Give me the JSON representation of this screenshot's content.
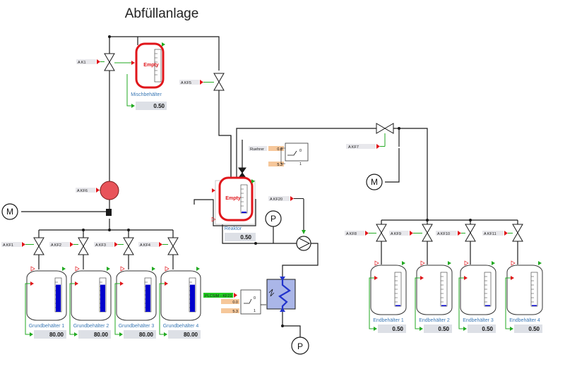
{
  "title": "Abfüllanlage",
  "signals": {
    "k1": "A K1",
    "kf5": "A KF5",
    "kf6": "A KF6",
    "kf7": "A KF7",
    "kf20": "A KF20",
    "kf1": "A KF1",
    "kf2": "A KF2",
    "kf3": "A KF3",
    "kf4": "A KF4",
    "kf8": "A KF8",
    "kf9": "A KF9",
    "kf10": "A KF10",
    "kf11": "A KF11"
  },
  "motor_symbol": "M",
  "pump_symbol": "P",
  "mixer": {
    "label": "Mischbehälter",
    "status": "Empty",
    "value": "0.50"
  },
  "reactor": {
    "label": "Reaktor",
    "status": "Empty",
    "value": "0.50"
  },
  "stirrer": {
    "label": "Ruehrer",
    "val_a": "0.0",
    "val_b": "5.3",
    "out0": "0",
    "out1": "1"
  },
  "heater": {
    "label": "PLCSIM - KF21",
    "val_a": "0.0",
    "val_b": "5.3",
    "out0": "0",
    "out1": "1"
  },
  "base_tanks": [
    {
      "label": "Grundbehälter 1",
      "value": "80.00",
      "level": 0.8
    },
    {
      "label": "Grundbehälter 2",
      "value": "80.00",
      "level": 0.8
    },
    {
      "label": "Grundbehälter 3",
      "value": "80.00",
      "level": 0.8
    },
    {
      "label": "Grundbehälter 4",
      "value": "80.00",
      "level": 0.8
    }
  ],
  "end_tanks": [
    {
      "label": "Endbehälter 1",
      "value": "0.50",
      "level": 0.005
    },
    {
      "label": "Endbehälter 2",
      "value": "0.50",
      "level": 0.005
    },
    {
      "label": "Endbehälter 3",
      "value": "0.50",
      "level": 0.005
    },
    {
      "label": "Endbehälter 4",
      "value": "0.50",
      "level": 0.005
    }
  ],
  "colors": {
    "liquid": "#0000cc",
    "alarm": "#e0161b",
    "pump": "#e8545a",
    "heat_exchanger": "#aab6e8",
    "input_arrow": "#e0161b",
    "output_arrow": "#22aa22",
    "plcsim": "#22cc22",
    "value_box": "#dde0e6",
    "orange_value": "#f6c79a"
  }
}
